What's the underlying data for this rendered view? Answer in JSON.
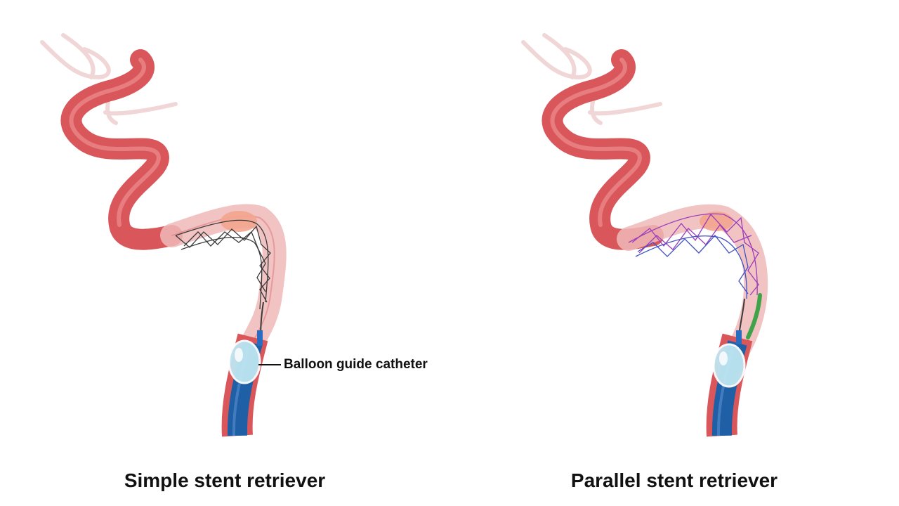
{
  "panels": [
    {
      "caption": "Simple stent retriever"
    },
    {
      "caption": "Parallel stent retriever"
    }
  ],
  "callout": {
    "label": "Balloon guide catheter"
  },
  "colors": {
    "artery": "#d9575b",
    "artery_dark": "#b53a42",
    "artery_translucent": "#f0b8b8",
    "catheter": "#1f5fa6",
    "catheter_dark": "#123f78",
    "balloon": "#bfe6f2",
    "stent_simple": "#3a3a3a",
    "stent_parallel_a": "#9a3dbb",
    "stent_parallel_b": "#3f51c4",
    "microcatheter_green": "#3fa34a",
    "thrombus": "#f3a58f"
  }
}
